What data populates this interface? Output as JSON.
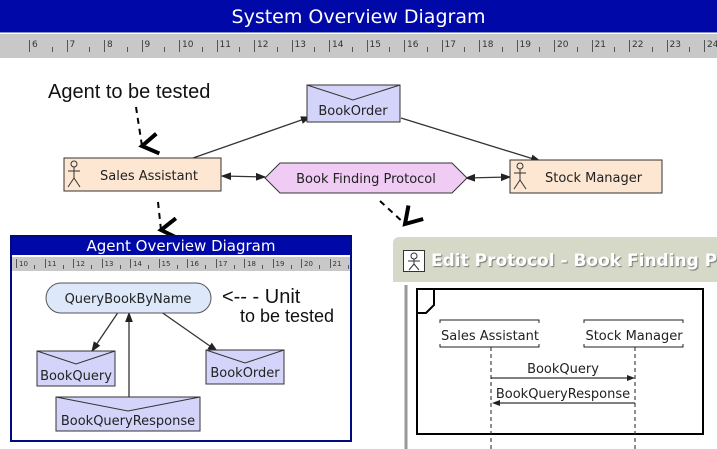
{
  "system_diagram": {
    "title": "System Overview Diagram",
    "ruler_numbers": [
      "6",
      "7",
      "8",
      "9",
      "10",
      "11",
      "12",
      "13",
      "14",
      "15",
      "16",
      "17",
      "18",
      "19",
      "20",
      "21",
      "22",
      "23",
      "24"
    ],
    "agents": {
      "sales_assistant": "Sales Assistant",
      "stock_manager": "Stock Manager"
    },
    "message": "BookOrder",
    "protocol": "Book Finding Protocol",
    "annotation": "Agent to be tested"
  },
  "agent_overview": {
    "title": "Agent Overview Diagram",
    "ruler_numbers": [
      "10",
      "11",
      "12",
      "13",
      "14",
      "15",
      "16",
      "17",
      "18",
      "19",
      "20",
      "21"
    ],
    "capability": "QueryBookByName",
    "messages": {
      "book_query": "BookQuery",
      "book_order": "BookOrder",
      "book_query_response": "BookQueryResponse"
    },
    "annotation_line1": "<-- - Unit",
    "annotation_line2": "to be tested"
  },
  "edit_protocol": {
    "title": "Edit Protocol - Book Finding P",
    "lifelines": [
      "Sales Assistant",
      "Stock Manager"
    ],
    "messages": [
      "BookQuery",
      "BookQueryResponse"
    ]
  },
  "colors": {
    "title_bar": "#0008a8",
    "agent_fill": "#fde6d2",
    "message_fill": "#d4d4fa",
    "protocol_fill": "#f0ccf4",
    "capability_fill": "#dde8fb"
  }
}
